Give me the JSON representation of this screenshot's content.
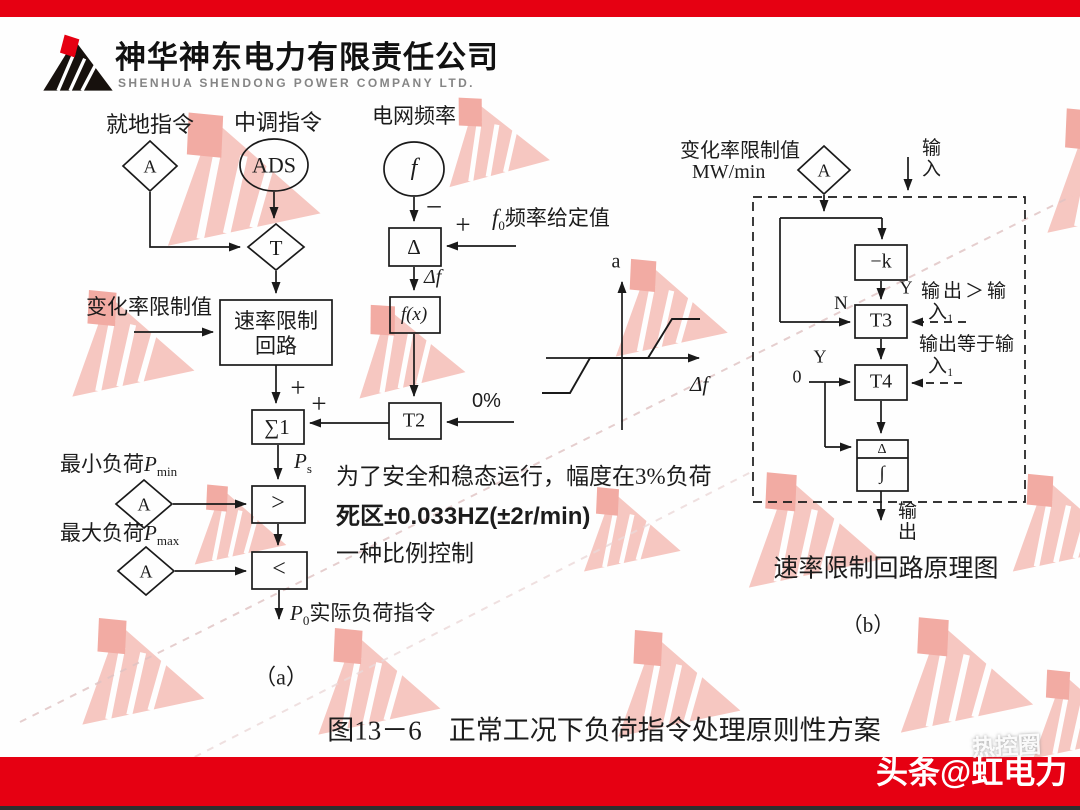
{
  "header": {
    "company_cn": "神华神东电力有限责任公司",
    "company_en": "SHENHUA  SHENDONG  POWER  COMPANY  LTD."
  },
  "colors": {
    "accent_red": "#e60012",
    "line": "#1a1a1a",
    "watermark_pink": "#f6c7c1"
  },
  "symbols": {
    "a": "A",
    "plus": "+",
    "minus": "−"
  },
  "flow_a": {
    "local_cmd": "就地指令",
    "dispatch_cmd": "中调指令",
    "grid_freq": "电网频率",
    "ads": "ADS",
    "freq": "f",
    "t": "T",
    "rate_input": "变化率限制值",
    "rate_limit_line1": "速率限制",
    "rate_limit_line2": "回路",
    "sum": "∑1",
    "delta": "Δ",
    "delta_f": "Δf",
    "fx": "f(x)",
    "t2": "T2",
    "zero_pct": "0%",
    "f0_sym": "f",
    "f0_sub": "0",
    "f0_text": "频率给定值",
    "ps_sym": "P",
    "ps_sub": "s",
    "gt": ">",
    "lt": "<",
    "pmin_prefix": "最小负荷",
    "pmin_sym": "P",
    "pmin_sub": "min",
    "pmax_prefix": "最大负荷",
    "pmax_sym": "P",
    "pmax_sub": "max",
    "p0_sym": "P",
    "p0_sub": "0",
    "p0_text": "实际负荷指令",
    "tag": "（a）"
  },
  "notes": {
    "line1": "为了安全和稳态运行，幅度在3%负荷",
    "line2": "死区±0.033HZ(±2r/min)",
    "line3": "一种比例控制"
  },
  "graph": {
    "y_label": "a",
    "x_label": "Δf"
  },
  "flow_b": {
    "rate_value": "变化率限制值",
    "unit": "MW/min",
    "input": "输入",
    "output": "输出",
    "neg_k": "−k",
    "t3": "T3",
    "t4": "T4",
    "n": "N",
    "y": "Y",
    "zero": "0",
    "cond_gt_line1": "输出＞输",
    "cond_gt_line2": "入₁",
    "cond_eq_line1": "输出等于输",
    "cond_eq_line2": "入₁",
    "delta": "Δ",
    "integral": "∫",
    "caption": "速率限制回路原理图",
    "tag": "（b）"
  },
  "caption": {
    "figure": "图13－6　正常工况下负荷指令处理原则性方案"
  },
  "footer": {
    "watermark": "头条@虹电力",
    "brand": "热控圈"
  }
}
